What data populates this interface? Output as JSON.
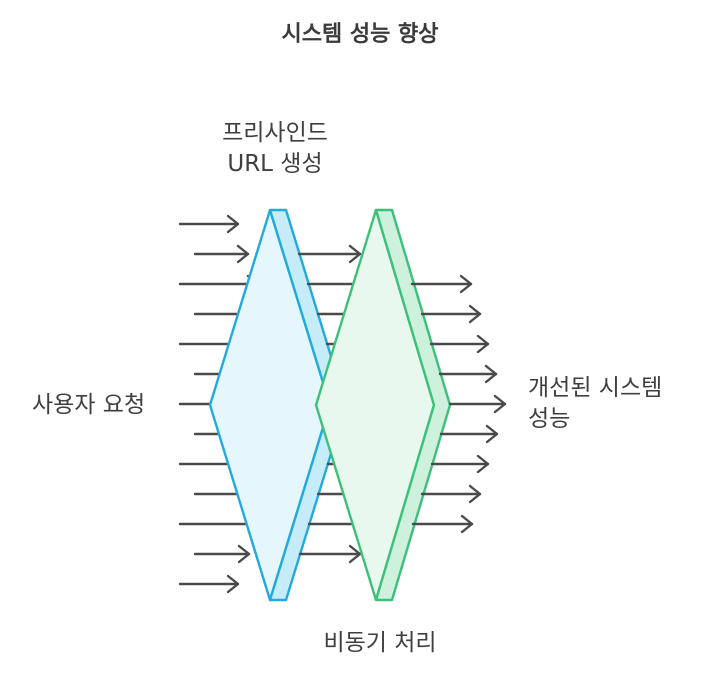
{
  "title": "시스템 성능 향상",
  "input_label": "사용자 요청",
  "filters": [
    {
      "line1": "프리사인드",
      "line2": "URL 생성",
      "color": "#22aadd",
      "fill": "#e5f6fd"
    },
    {
      "line1": "비동기 처리",
      "color": "#3cc07a",
      "fill": "#e8f8ef"
    }
  ],
  "output_label": {
    "line1": "개선된 시스템",
    "line2": "성능"
  },
  "arrow_color": "#4a4a4a"
}
